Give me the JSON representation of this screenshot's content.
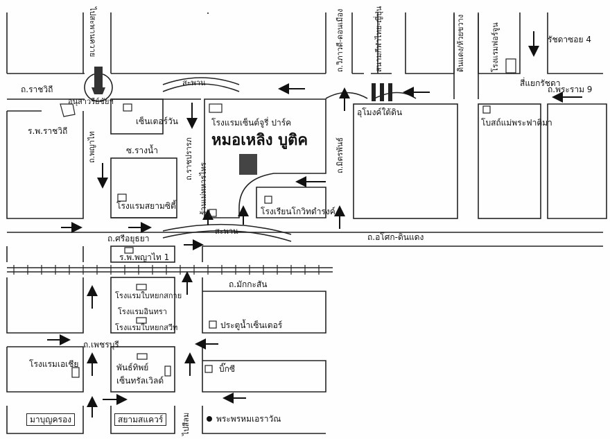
{
  "map": {
    "roads": {
      "ratchawithi": "ถ.ราชวิถี",
      "phayathai": "ถ.พญาไท",
      "rangnam": "ซ.รางน้ำ",
      "ratchaprarop": "ถ.ราชปรารภ",
      "sriayutthaya": "ถ.ศรีอยุธยา",
      "makkasan": "ถ.มักกะสัน",
      "phetchaburi": "ถ.เพชรบุรี",
      "vibhavadi": "ถ.วิภาวดี-ดอนเมือง",
      "asoke_dindaeng": "ถ.อโศก-ดินแดง",
      "dindaeng_huaykhwang": "ดินแดง/ห้วยขวาง",
      "rama9": "ถ.พระราม 9",
      "ratchada_soi4": "รัชดาซอย 4",
      "mitrphan": "ถ.มิตรพันธ์",
      "ploenchit_dir": "ไปสะพานควาย",
      "ratchadamri_dir": "ไปสีลม"
    },
    "landmarks": {
      "victory_monument": "อนุสาวรีย์ชัยฯ",
      "rajavithi_hosp": "ร.พ.ราชวิถี",
      "century": "เซ็นเตอร์วัน",
      "century_park": "โรงแรมเซ็นต์จูรี่ ปาร์ค",
      "siam_city": "โรงแรมสยามซิตี้",
      "government_house": "ร้านเม่ทหารไทร",
      "school": "โรงเรียนโกวิทดำรงค์",
      "phayathai1": "ร.พ.พญาไท 1",
      "hotel_a": "โรงแรมใบหยกสกาย",
      "hotel_b": "โรงแรมอินทรา",
      "hotel_c": "โรงแรมใบหยกสวีท",
      "asia_hotel": "โรงแรมเอเชีย",
      "pantip": "พันธ์ทิพย์",
      "central_world": "เซ็นทรัลเวิลด์",
      "pratunam": "ประตูน้ำเซ็นเตอร์",
      "big_c": "บิ๊กซี",
      "mabunkrong": "มาบุญครอง",
      "siam_square": "สยามสแควร์",
      "erawan": "พระพรหมเอราวัณ",
      "thai_japan": "สนามกีฬาไทย-ญี่ปุ่น",
      "udom_underpass": "อุโมงค์ใต้ดิน",
      "lotus": "โบสถ์แม่พระฟาติมา",
      "hotel_ratchada": "โรงแรมฟอร์จูน",
      "sri_yaek": "สี่แยกรัชดา",
      "bridge1": "สะพาน",
      "bridge2": "สะพาน",
      "clinic_name": "หมอเหลิง บูติค"
    }
  }
}
